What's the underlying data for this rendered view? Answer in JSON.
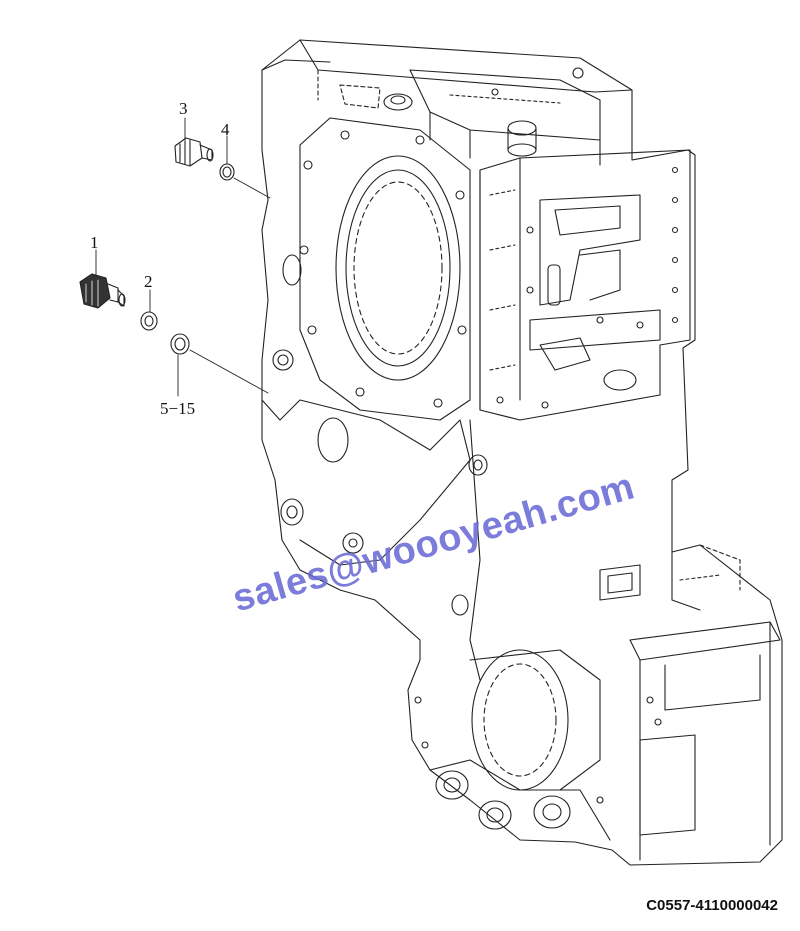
{
  "callouts": {
    "c1": "1",
    "c2": "2",
    "c3": "3",
    "c4": "4",
    "c5": "5−15"
  },
  "watermark": "sales@woooyeah.com",
  "drawing_code": "C0557-4110000042",
  "colors": {
    "line": "#222222",
    "watermark": "#6a6ad6"
  }
}
